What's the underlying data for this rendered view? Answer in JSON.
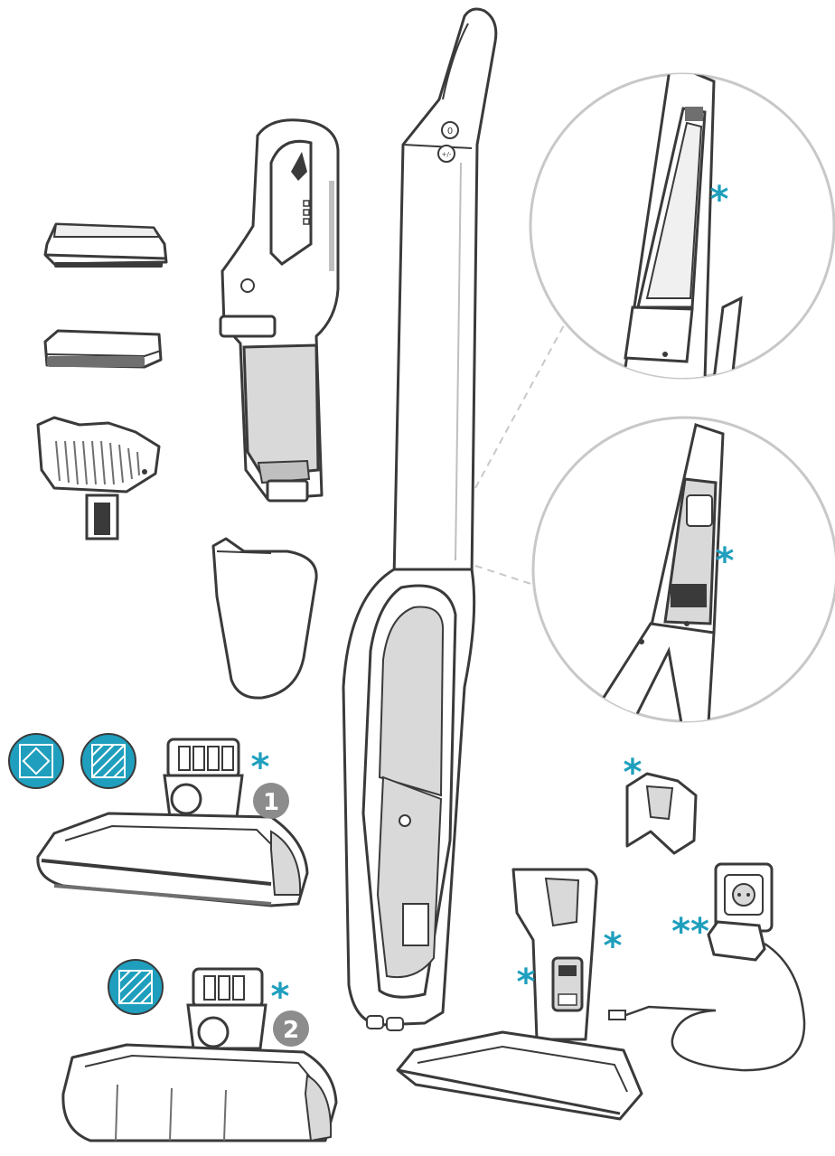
{
  "colors": {
    "outline": "#3a3a3a",
    "body": "#ffffff",
    "grey_fill": "#d9d9d9",
    "mid_grey": "#bfbfbf",
    "accent_teal": "#1f9fbd",
    "badge_grey": "#8c8c8c",
    "callout_circle": "#c8c8c8"
  },
  "markers": {
    "asterisk": "*",
    "double_asterisk": "**"
  },
  "badges": {
    "nozzle_1": "1",
    "nozzle_2": "2"
  },
  "handle_buttons": {
    "power": "0",
    "speed": "+/-"
  },
  "icons": [
    "carpet-icon",
    "hard-floor-icon",
    "hard-floor-icon"
  ]
}
